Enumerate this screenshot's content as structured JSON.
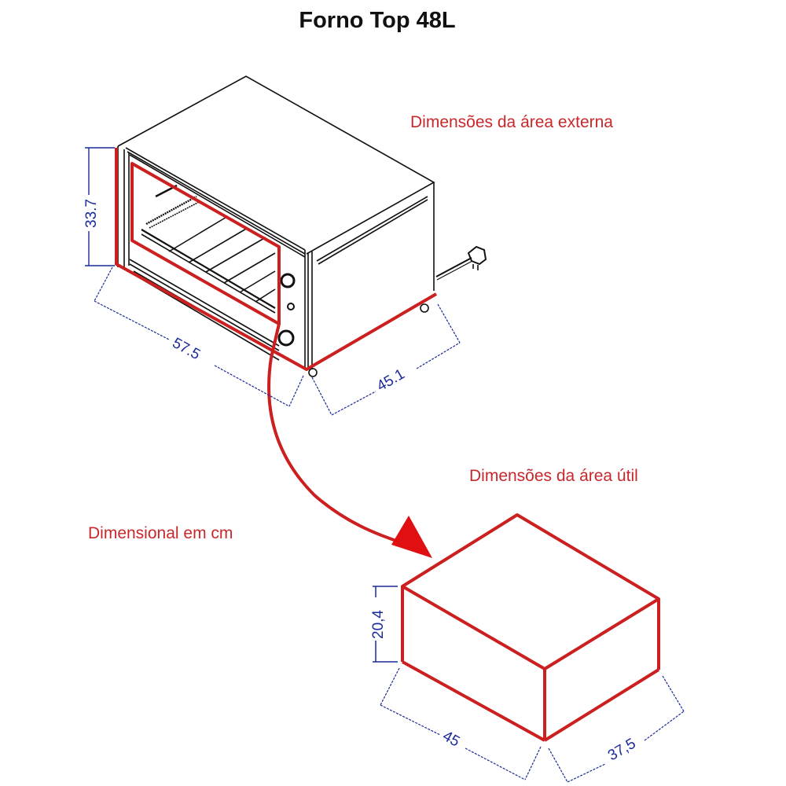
{
  "title": "Forno Top 48L",
  "labels": {
    "external_area": "Dimensões da área externa",
    "useful_area": "Dimensões da área útil",
    "units_note": "Dimensional em cm"
  },
  "external_dimensions": {
    "height": "33.7",
    "width": "57.5",
    "depth": "45.1"
  },
  "useful_dimensions": {
    "height": "20,4",
    "width": "45",
    "depth": "37,5"
  },
  "colors": {
    "highlight_red": "#cc1f1f",
    "dimension_blue": "#1a2a9a",
    "label_red": "#c8282b",
    "line_black": "#111111"
  }
}
